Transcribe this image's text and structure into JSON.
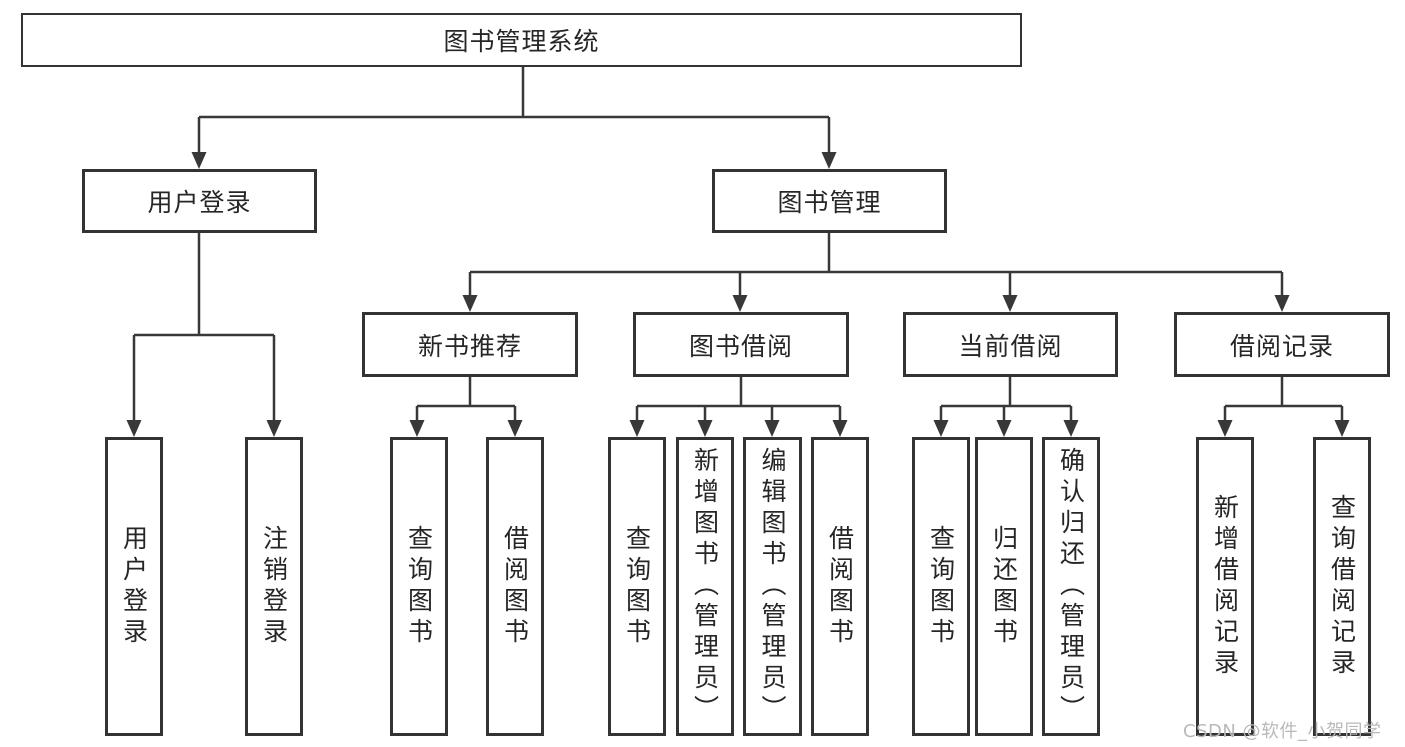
{
  "diagram": {
    "root": {
      "label": "图书管理系统"
    },
    "level1": [
      {
        "label": "用户登录"
      },
      {
        "label": "图书管理"
      }
    ],
    "groups": [
      {
        "parent": "用户登录",
        "children": [
          "用户登录",
          "注销登录"
        ]
      },
      {
        "parent": "新书推荐",
        "children": [
          "查询图书",
          "借阅图书"
        ]
      },
      {
        "parent": "图书借阅",
        "children": [
          "查询图书",
          "新增图书（管理员）",
          "编辑图书（管理员）",
          "借阅图书"
        ]
      },
      {
        "parent": "当前借阅",
        "children": [
          "查询图书",
          "归还图书",
          "确认归还（管理员）"
        ]
      },
      {
        "parent": "借阅记录",
        "children": [
          "新增借阅记录",
          "查询借阅记录"
        ]
      }
    ]
  },
  "watermark": {
    "text": "CSDN @软件_小贺同学",
    "color": "#b9b9b9"
  },
  "colors": {
    "line": "#383838",
    "box_border": "#333333",
    "text": "#262626",
    "background": "#ffffff"
  }
}
